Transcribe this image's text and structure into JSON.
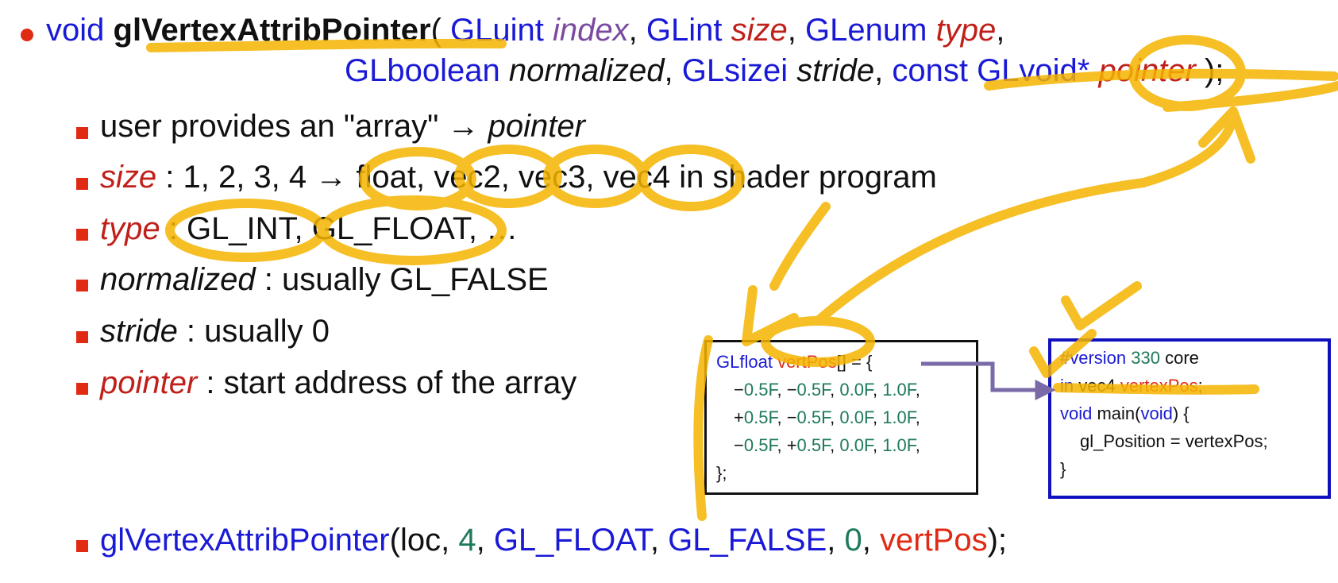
{
  "signature": {
    "ret": "void",
    "name": "glVertexAttribPointer",
    "open": "(",
    "p1_type": "GLuint",
    "p1_name": "index",
    "p2_type": "GLint",
    "p2_name": "size",
    "p3_type": "GLenum",
    "p3_name": "type",
    "p4_type": "GLboolean",
    "p4_name": "normalized",
    "p5_type": "GLsizei",
    "p5_name": "stride",
    "p6_type": "const GLvoid*",
    "p6_name": "pointer",
    "close": ");"
  },
  "bullets": [
    {
      "pre": "user provides an \"array\" → ",
      "term": "pointer",
      "post": ""
    },
    {
      "term": "size",
      "post": " : 1, 2, 3, 4 → float, vec2, vec3, vec4 in shader program"
    },
    {
      "term": "type",
      "post": " : GL_INT, GL_FLOAT, …"
    },
    {
      "term": "normalized",
      "post": " : usually GL_FALSE"
    },
    {
      "term": "stride",
      "post": " : usually 0"
    },
    {
      "term": "pointer",
      "post": " : start address of the array"
    }
  ],
  "left_code": {
    "l1_type": "GLfloat",
    "l1_var": "vertPos",
    "l1_rest": "[] = {",
    "rows": [
      {
        "s1": "−",
        "v1": "0.5F",
        "c1": ", ",
        "s2": "−",
        "v2": "0.5F",
        "c2": ", ",
        "v3": "0.0F",
        "c3": ", ",
        "v4": "1.0F",
        "c4": ","
      },
      {
        "s1": "+",
        "v1": "0.5F",
        "c1": ", ",
        "s2": "−",
        "v2": "0.5F",
        "c2": ", ",
        "v3": "0.0F",
        "c3": ", ",
        "v4": "1.0F",
        "c4": ","
      },
      {
        "s1": "−",
        "v1": "0.5F",
        "c1": ", ",
        "s2": "+",
        "v2": "0.5F",
        "c2": ", ",
        "v3": "0.0F",
        "c3": ", ",
        "v4": "1.0F",
        "c4": ","
      }
    ],
    "end": "};"
  },
  "right_code": {
    "l1_kw": "#version",
    "l1_num": "330",
    "l1_rest": " core",
    "l2_kw": "in",
    "l2_type": " vec4 ",
    "l2_var": "vertexPos",
    "l2_end": ";",
    "l3_kw": "void",
    "l3_mid": " main(",
    "l3_kw2": "void",
    "l3_end": ") {",
    "l4": "gl_Position = vertexPos;",
    "l5": "}"
  },
  "call": {
    "name": "glVertexAttribPointer",
    "open": "(loc, ",
    "a2": "4",
    "c2": ", ",
    "a3": "GL_FLOAT",
    "c3": ", ",
    "a4": "GL_FALSE",
    "c4": ", ",
    "a5": "0",
    "c5": ", ",
    "a6": "vertPos",
    "close": ");"
  },
  "colors": {
    "keyword_blue": "#1a1ad6",
    "param_red": "#c0201a",
    "number_green": "#1e7a5a",
    "bullet_red": "#e02a14",
    "highlight": "#f5b400",
    "arrow_purple": "#7a6aa8"
  }
}
